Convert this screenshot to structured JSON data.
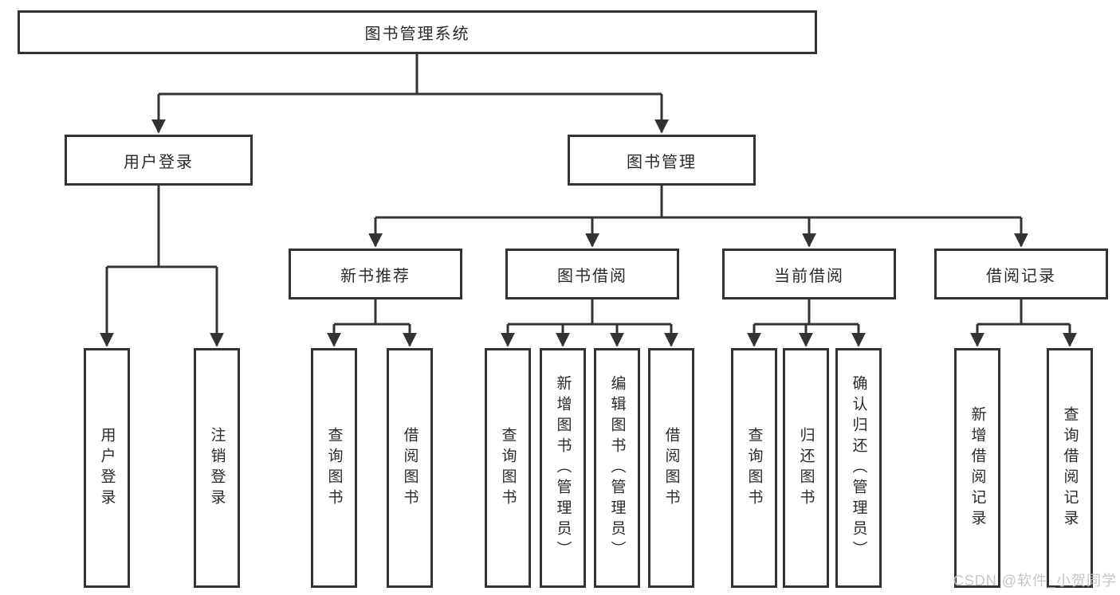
{
  "diagram": {
    "watermark": "CSDN @软件_小贺同学",
    "colors": {
      "line": "#333333",
      "box_border": "#333333",
      "text": "#2b2b2b",
      "background": "#ffffff",
      "watermark": "#c3c3c3"
    },
    "tree": {
      "label": "图书管理系统",
      "children": [
        {
          "label": "用户登录",
          "children": [
            {
              "label": "用户登录"
            },
            {
              "label": "注销登录"
            }
          ]
        },
        {
          "label": "图书管理",
          "children": [
            {
              "label": "新书推荐",
              "children": [
                {
                  "label": "查询图书"
                },
                {
                  "label": "借阅图书"
                }
              ]
            },
            {
              "label": "图书借阅",
              "children": [
                {
                  "label": "查询图书"
                },
                {
                  "label": "新增图书（管理员）"
                },
                {
                  "label": "编辑图书（管理员）"
                },
                {
                  "label": "借阅图书"
                }
              ]
            },
            {
              "label": "当前借阅",
              "children": [
                {
                  "label": "查询图书"
                },
                {
                  "label": "归还图书"
                },
                {
                  "label": "确认归还（管理员）"
                }
              ]
            },
            {
              "label": "借阅记录",
              "children": [
                {
                  "label": "新增借阅记录"
                },
                {
                  "label": "查询借阅记录"
                }
              ]
            }
          ]
        }
      ]
    }
  }
}
